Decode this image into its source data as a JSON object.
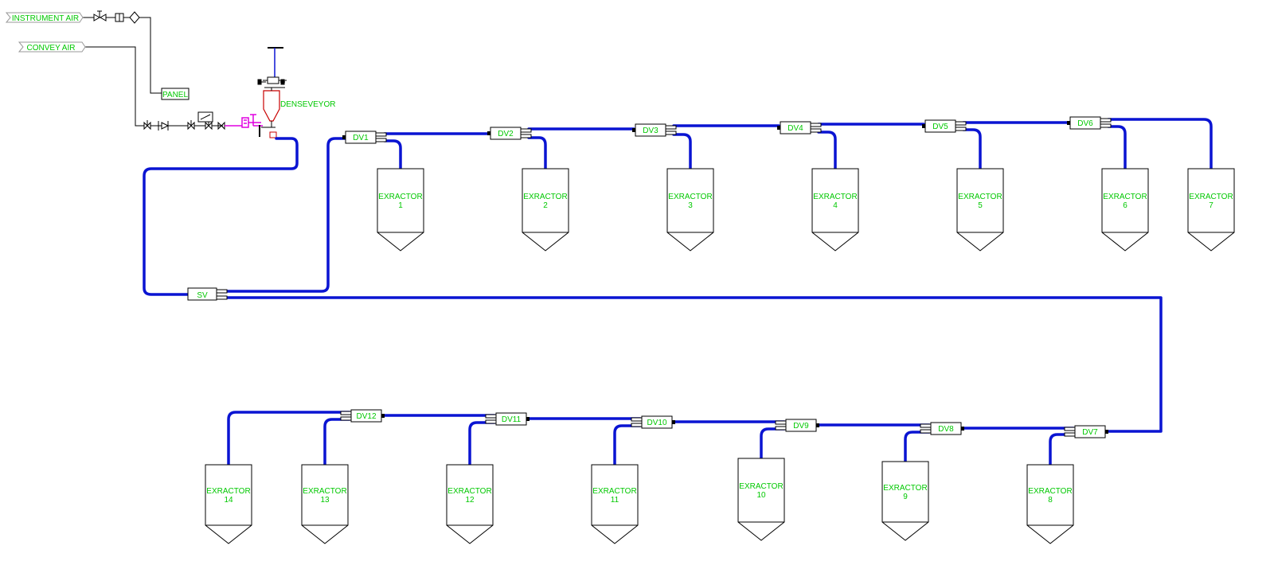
{
  "sources": {
    "instrument_air": "INSTRUMENT AIR",
    "convey_air": "CONVEY AIR"
  },
  "panel_label": "PANEL",
  "densevevor_label": "DENSEVEYOR",
  "switch_valve_label": "SV",
  "colors": {
    "pipe": "#0a14d2",
    "text": "#00c800",
    "outline": "#000000",
    "vessel": "#c80000",
    "magenta": "#e000e0"
  },
  "diverters": [
    "DV1",
    "DV2",
    "DV3",
    "DV4",
    "DV5",
    "DV6",
    "DV7",
    "DV8",
    "DV9",
    "DV10",
    "DV11",
    "DV12"
  ],
  "extractors": [
    {
      "l1": "EXRACTOR",
      "l2": "1"
    },
    {
      "l1": "EXRACTOR",
      "l2": "2"
    },
    {
      "l1": "EXRACTOR",
      "l2": "3"
    },
    {
      "l1": "EXRACTOR",
      "l2": "4"
    },
    {
      "l1": "EXRACTOR",
      "l2": "5"
    },
    {
      "l1": "EXRACTOR",
      "l2": "6"
    },
    {
      "l1": "EXRACTOR",
      "l2": "7"
    },
    {
      "l1": "EXRACTOR",
      "l2": "8"
    },
    {
      "l1": "EXRACTOR",
      "l2": "9"
    },
    {
      "l1": "EXRACTOR",
      "l2": "10"
    },
    {
      "l1": "EXRACTOR",
      "l2": "11"
    },
    {
      "l1": "EXRACTOR",
      "l2": "12"
    },
    {
      "l1": "EXRACTOR",
      "l2": "13"
    },
    {
      "l1": "EXRACTOR",
      "l2": "14"
    }
  ]
}
